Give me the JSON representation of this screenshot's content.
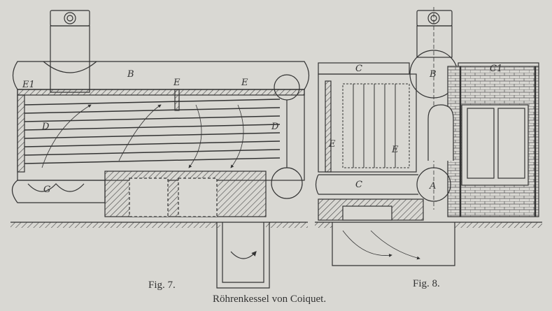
{
  "figures": [
    {
      "caption": "Fig. 7.",
      "labels": [
        "B",
        "E1",
        "E",
        "E",
        "D",
        "D",
        "G"
      ]
    },
    {
      "caption": "Fig. 8.",
      "labels": [
        "C",
        "B",
        "C1",
        "E",
        "E",
        "C",
        "A"
      ]
    }
  ],
  "title": "Röhrenkessel von Coiquet.",
  "colors": {
    "paper": "#d9d8d3",
    "ink": "#333333"
  }
}
